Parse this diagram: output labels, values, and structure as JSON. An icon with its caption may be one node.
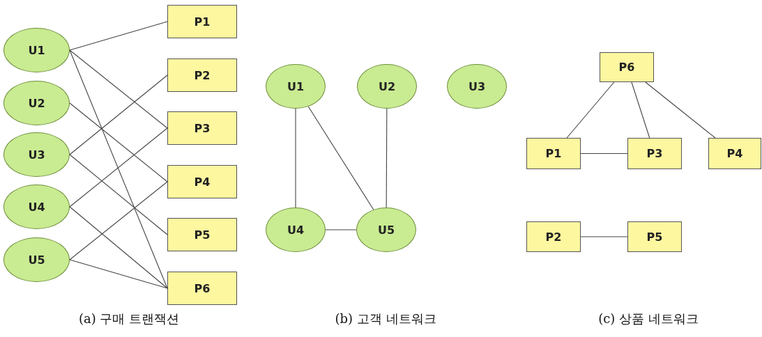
{
  "diagram": {
    "nodes": [
      {
        "text": [
          "U1"
        ]
      },
      {
        "text": [
          "U2"
        ]
      },
      {
        "text": [
          "U3"
        ]
      },
      {
        "text": [
          "U4"
        ]
      },
      {
        "text": [
          "U5"
        ]
      },
      {
        "text": [
          "P1"
        ]
      },
      {
        "text": [
          "P2"
        ]
      },
      {
        "text": [
          "P3"
        ]
      },
      {
        "text": [
          "P4"
        ]
      },
      {
        "text": [
          "P5"
        ]
      },
      {
        "text": [
          "P6"
        ]
      },
      {
        "text": [
          "U1"
        ]
      },
      {
        "text": [
          "U2"
        ]
      },
      {
        "text": [
          "U3"
        ]
      },
      {
        "text": [
          "U4"
        ]
      },
      {
        "text": [
          "U5"
        ]
      },
      {
        "text": [
          "P6"
        ]
      },
      {
        "text": [
          "P1"
        ]
      },
      {
        "text": [
          "P3"
        ]
      },
      {
        "text": [
          "P4"
        ]
      },
      {
        "text": [
          "P2"
        ]
      },
      {
        "text": [
          "P5"
        ]
      }
    ],
    "edges": [
      {
        "from": 0,
        "to": 5,
        "arrow": "none"
      },
      {
        "from": 0,
        "to": 7,
        "arrow": "none"
      },
      {
        "from": 0,
        "to": 10,
        "arrow": "none"
      },
      {
        "from": 1,
        "to": 8,
        "arrow": "none"
      },
      {
        "from": 2,
        "to": 6,
        "arrow": "none"
      },
      {
        "from": 2,
        "to": 9,
        "arrow": "none"
      },
      {
        "from": 3,
        "to": 7,
        "arrow": "none"
      },
      {
        "from": 3,
        "to": 10,
        "arrow": "none"
      },
      {
        "from": 4,
        "to": 8,
        "arrow": "none"
      },
      {
        "from": 4,
        "to": 10,
        "arrow": "none"
      },
      {
        "from": 11,
        "to": 14,
        "arrow": "none"
      },
      {
        "from": 11,
        "to": 15,
        "arrow": "none"
      },
      {
        "from": 12,
        "to": 15,
        "arrow": "none"
      },
      {
        "from": 14,
        "to": 15,
        "arrow": "none"
      },
      {
        "from": 16,
        "to": 17,
        "arrow": "none"
      },
      {
        "from": 16,
        "to": 18,
        "arrow": "none"
      },
      {
        "from": 16,
        "to": 19,
        "arrow": "none"
      },
      {
        "from": 17,
        "to": 18,
        "arrow": "none"
      },
      {
        "from": 20,
        "to": 21,
        "arrow": "none"
      }
    ],
    "labels": [
      "(a) 구매 트랜잭션",
      "(b) 고객 네트워크",
      "(c) 상품 네트워크"
    ]
  }
}
